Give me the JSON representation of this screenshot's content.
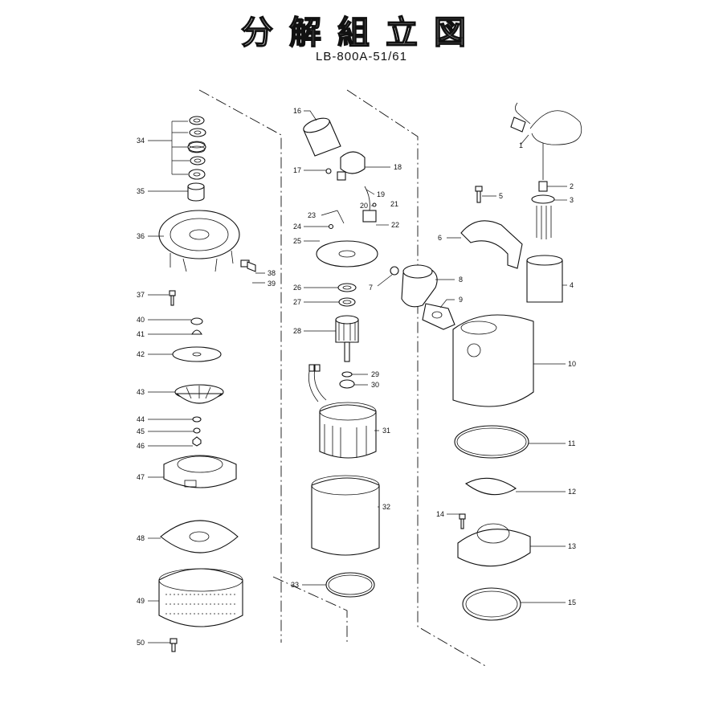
{
  "header": {
    "title": "分解組立図",
    "model": "LB-800A-51/61"
  },
  "part_numbers": [
    "1",
    "2",
    "3",
    "4",
    "5",
    "6",
    "7",
    "8",
    "9",
    "10",
    "11",
    "12",
    "13",
    "14",
    "15",
    "16",
    "17",
    "18",
    "19",
    "20",
    "21",
    "22",
    "23",
    "24",
    "25",
    "26",
    "27",
    "28",
    "29",
    "30",
    "31",
    "32",
    "33",
    "34",
    "35",
    "36",
    "37",
    "38",
    "39",
    "40",
    "41",
    "42",
    "43",
    "44",
    "45",
    "46",
    "47",
    "48",
    "49",
    "50"
  ]
}
